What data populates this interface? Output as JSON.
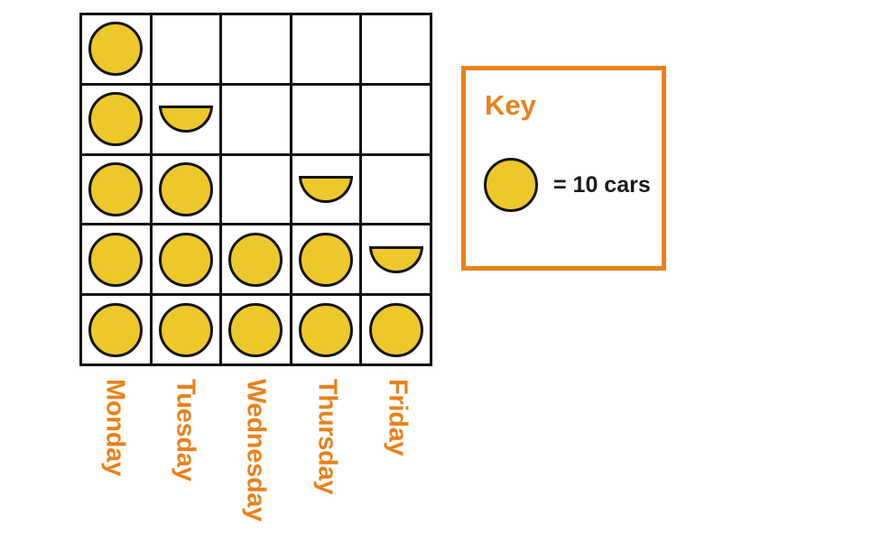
{
  "chart_data": {
    "type": "bar",
    "subtype": "pictograph",
    "title": "",
    "xlabel": "",
    "ylabel": "",
    "categories": [
      "Monday",
      "Tuesday",
      "Wednesday",
      "Thursday",
      "Friday"
    ],
    "values": [
      50,
      35,
      20,
      25,
      15
    ],
    "symbol_counts": [
      5,
      3.5,
      2,
      2.5,
      1.5
    ],
    "symbol_unit_value": 10,
    "symbol_unit_label": "cars",
    "rows": 5,
    "columns": 5,
    "grid": true,
    "legend_position": "right",
    "columns_detail": [
      {
        "category": "Monday",
        "full": 5,
        "half": 0,
        "value": 50,
        "cells": [
          "full",
          "full",
          "full",
          "full",
          "full"
        ]
      },
      {
        "category": "Tuesday",
        "full": 3,
        "half": 1,
        "value": 35,
        "cells": [
          "full",
          "full",
          "full",
          "half",
          "none"
        ]
      },
      {
        "category": "Wednesday",
        "full": 2,
        "half": 0,
        "value": 20,
        "cells": [
          "full",
          "full",
          "none",
          "none",
          "none"
        ]
      },
      {
        "category": "Thursday",
        "full": 2,
        "half": 1,
        "value": 25,
        "cells": [
          "full",
          "full",
          "half",
          "none",
          "none"
        ]
      },
      {
        "category": "Friday",
        "full": 1,
        "half": 1,
        "value": 15,
        "cells": [
          "full",
          "half",
          "none",
          "none",
          "none"
        ]
      }
    ],
    "colors": {
      "symbol_fill": "#EDC82A",
      "symbol_stroke": "#141414",
      "grid_line": "#111111",
      "label_text": "#E8821C",
      "key_border": "#E8821C",
      "key_title": "#E8821C",
      "key_text": "#1a1a1a",
      "background": "#FFFFFF"
    }
  },
  "day_labels": [
    {
      "label": "Monday"
    },
    {
      "label": "Tuesday"
    },
    {
      "label": "Wednesday"
    },
    {
      "label": "Thursday"
    },
    {
      "label": "Friday"
    }
  ],
  "key": {
    "title": "Key",
    "symbol_name": "yellow-circle",
    "equals_text": "= 10 cars"
  }
}
